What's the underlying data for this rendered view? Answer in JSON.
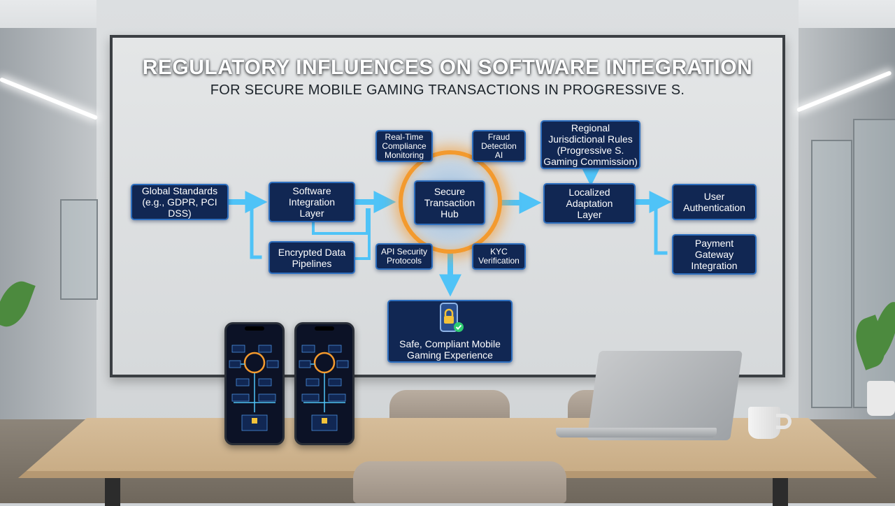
{
  "diagram": {
    "title": "REGULATORY INFLUENCES ON SOFTWARE INTEGRATION",
    "subtitle": "FOR SECURE MOBILE GAMING TRANSACTIONS IN PROGRESSIVE S.",
    "nodes": {
      "global_standards": "Global Standards\n(e.g., GDPR, PCI DSS)",
      "software_integration": "Software\nIntegration\nLayer",
      "encrypted_pipelines": "Encrypted Data\nPipelines",
      "realtime_monitoring": "Real-Time\nCompliance\nMonitoring",
      "fraud_detection": "Fraud\nDetection\nAI",
      "secure_hub": "Secure\nTransaction\nHub",
      "api_security": "API Security\nProtocols",
      "kyc": "KYC\nVerification",
      "regional_rules": "Regional\nJurisdictional Rules\n(Progressive S.\nGaming Commission)",
      "localized_layer": "Localized\nAdaptation\nLayer",
      "user_auth": "User\nAuthentication",
      "payment_gateway": "Payment\nGateway\nIntegration",
      "final_experience": "Safe, Compliant Mobile\nGaming Experience"
    },
    "colors": {
      "node_fill": "#112753",
      "node_border": "#2e6fbf",
      "arrow": "#4fc3f7",
      "hub_ring": "#f39a2e",
      "check": "#2ecc71"
    },
    "icons": [
      "lock-icon",
      "check-icon"
    ]
  }
}
